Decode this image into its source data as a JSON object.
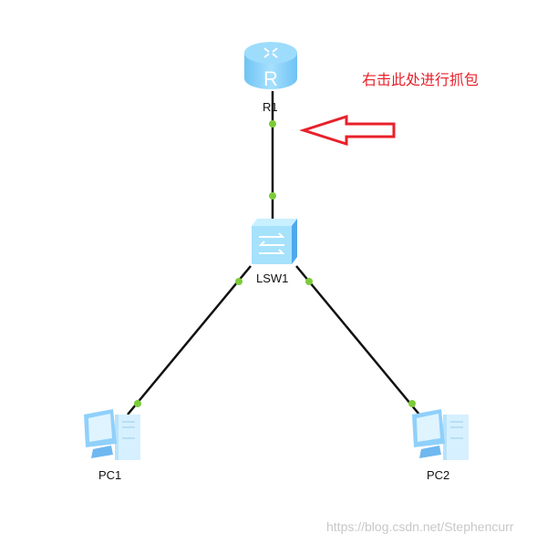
{
  "diagram": {
    "type": "network-topology",
    "nodes": [
      {
        "id": "R1",
        "label": "R1",
        "kind": "router",
        "icon": "router-icon",
        "glyph": "R"
      },
      {
        "id": "LSW1",
        "label": "LSW1",
        "kind": "switch",
        "icon": "switch-icon"
      },
      {
        "id": "PC1",
        "label": "PC1",
        "kind": "pc",
        "icon": "pc-icon"
      },
      {
        "id": "PC2",
        "label": "PC2",
        "kind": "pc",
        "icon": "pc-icon"
      }
    ],
    "links": [
      {
        "from": "R1",
        "to": "LSW1"
      },
      {
        "from": "LSW1",
        "to": "PC1"
      },
      {
        "from": "LSW1",
        "to": "PC2"
      }
    ],
    "annotation": {
      "text": "右击此处进行抓包",
      "color": "#e8202a",
      "arrow": "left-arrow-icon"
    },
    "colors": {
      "link": "#111111",
      "port_dot": "#7ccc3a",
      "device_blue": "#8fd3fb"
    }
  },
  "watermark": "https://blog.csdn.net/Stephencurr"
}
